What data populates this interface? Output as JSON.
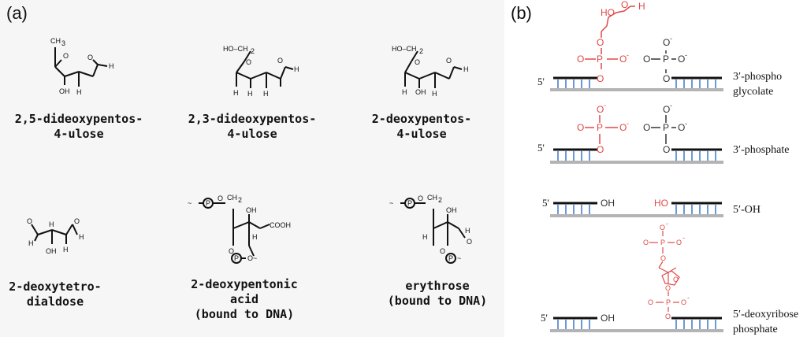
{
  "panel_a": {
    "label": "(a)",
    "compounds": [
      {
        "name": [
          "2,5-dideoxypentos-",
          "4-ulose"
        ]
      },
      {
        "name": [
          "2,3-dideoxypentos-",
          "4-ulose"
        ]
      },
      {
        "name": [
          "2-deoxypentos-",
          "4-ulose"
        ]
      },
      {
        "name": [
          "2-deoxytetro-",
          "dialdose"
        ]
      },
      {
        "name": [
          "2-deoxypentonic",
          "acid",
          "(bound to DNA)"
        ]
      },
      {
        "name": [
          "erythrose",
          "(bound to DNA)"
        ]
      }
    ]
  },
  "panel_b": {
    "label": "(b)",
    "rows": [
      {
        "label": [
          "3′-phospho",
          "glycolate"
        ]
      },
      {
        "label": [
          "3′-phosphate"
        ]
      },
      {
        "label": [
          "5′-OH"
        ]
      },
      {
        "label": [
          "5′-deoxyribose",
          "phosphate"
        ]
      }
    ],
    "strand_end": "5'",
    "oh": "OH",
    "ho": "HO"
  },
  "colors": {
    "lesion": "#e04848",
    "strand": "#111111",
    "backbone": "#b4b4b4",
    "base_tick": "#3a78c8"
  }
}
